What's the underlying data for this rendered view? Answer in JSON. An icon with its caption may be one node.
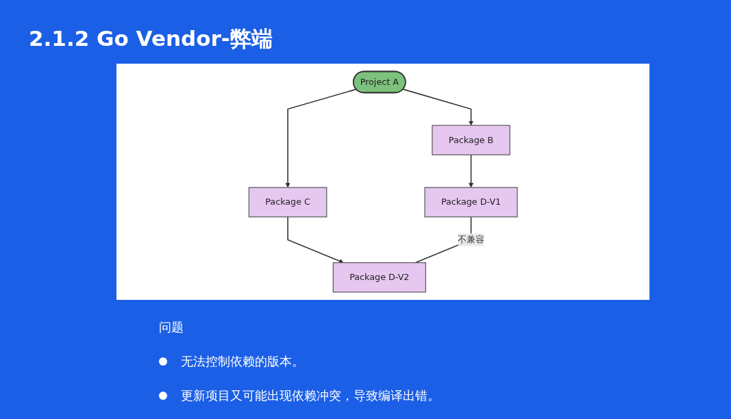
{
  "diagram": {
    "title": "2.1.2 Go Vendor-弊端",
    "nodes": [
      {
        "text": [
          "Project A"
        ]
      },
      {
        "text": [
          "Package B"
        ]
      },
      {
        "text": [
          "Package C"
        ]
      },
      {
        "text": [
          "Package D-V1"
        ]
      },
      {
        "text": [
          "Package D-V2"
        ]
      }
    ],
    "edges": [
      {
        "from": 0,
        "to": 1,
        "arrow": "to"
      },
      {
        "from": 0,
        "to": 2,
        "arrow": "to"
      },
      {
        "from": 1,
        "to": 3,
        "arrow": "to"
      },
      {
        "from": 2,
        "to": 4,
        "arrow": "to"
      },
      {
        "from": 3,
        "to": 4,
        "arrow": "none",
        "label": "不兼容"
      }
    ],
    "labels": [
      "问题",
      "无法控制依赖的版本。",
      "更新项目又可能出现依赖冲突，导致编译出错。"
    ]
  }
}
